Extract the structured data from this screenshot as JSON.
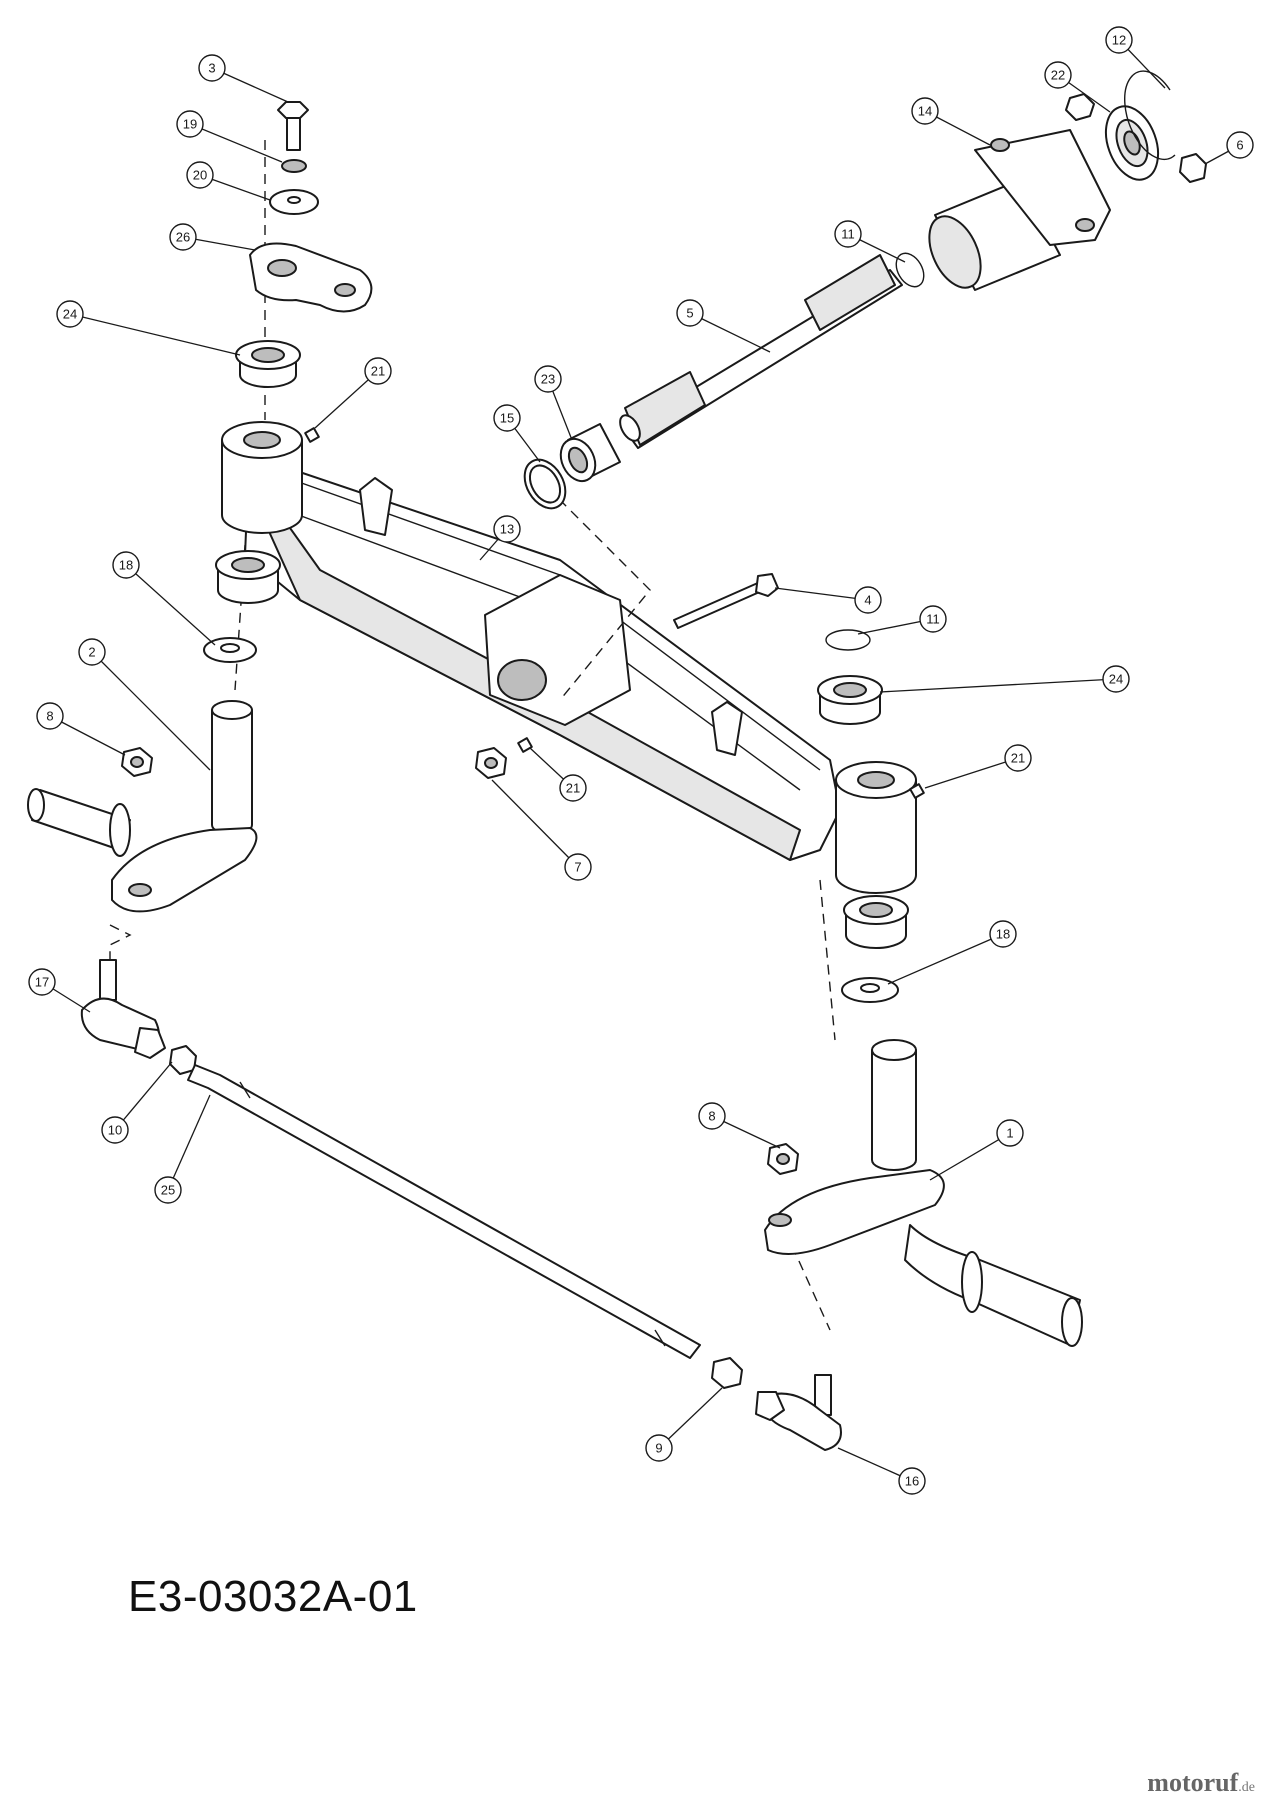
{
  "diagram": {
    "code": "E3-03032A-01",
    "watermark": "motoruf",
    "watermark_domain": ".de",
    "callouts": [
      "3",
      "19",
      "20",
      "26",
      "24",
      "21",
      "13",
      "18",
      "2",
      "8",
      "17",
      "10",
      "25",
      "12",
      "22",
      "14",
      "6",
      "11",
      "5",
      "23",
      "15",
      "4",
      "11",
      "24",
      "21",
      "21",
      "7",
      "18",
      "8",
      "1",
      "9",
      "16"
    ]
  }
}
